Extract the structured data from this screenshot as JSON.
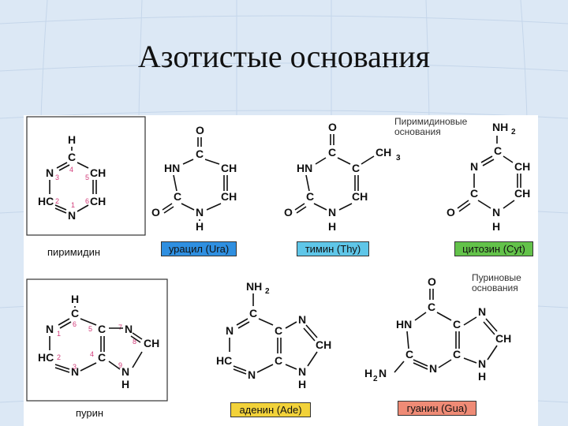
{
  "slide": {
    "title": "Азотистые основания"
  },
  "colors": {
    "background": "#dce8f5",
    "panel": "#ffffff",
    "atom_numbers": "#d23c7a",
    "label_uracil": "#2f8fe0",
    "label_thymine": "#5fc6e8",
    "label_cytosine": "#63c24a",
    "label_adenine": "#f2d23a",
    "label_guanine": "#ef8b76"
  },
  "groups": {
    "pyrimidine": [
      "Пиримидиновые",
      "основания"
    ],
    "purine": [
      "Пуриновые",
      "основания"
    ]
  },
  "labels": {
    "pyrimidine": "пиримидин",
    "uracil": "урацил (Ura)",
    "thymine": "тимин (Thy)",
    "cytosine": "цитозин (Cyt)",
    "purine": "пурин",
    "adenine": "аденин (Ade)",
    "guanine": "гуанин (Gua)"
  },
  "atoms": {
    "H": "H",
    "C": "C",
    "N": "N",
    "O": "O",
    "CH": "CH",
    "HC": "HC",
    "HN": "HN",
    "CH3": "CH",
    "NH2": "NH",
    "H2N": "H",
    "sub2": "2",
    "sub3": "3"
  },
  "numbers": {
    "n1": "1",
    "n2": "2",
    "n3": "3",
    "n4": "4",
    "n5": "5",
    "n6": "6",
    "n7": "7",
    "n8": "8",
    "n9": "9"
  }
}
